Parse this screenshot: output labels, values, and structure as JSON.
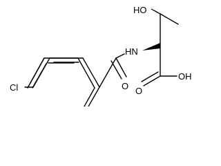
{
  "atom_labels": {
    "chlorine": "Cl",
    "amide_nh": "HN",
    "amide_oxygen": "O",
    "hydroxyl": "HO",
    "acid_oxygen": "O",
    "acid_oh": "OH"
  },
  "colors": {
    "ink": "#000000",
    "background": "#ffffff"
  }
}
